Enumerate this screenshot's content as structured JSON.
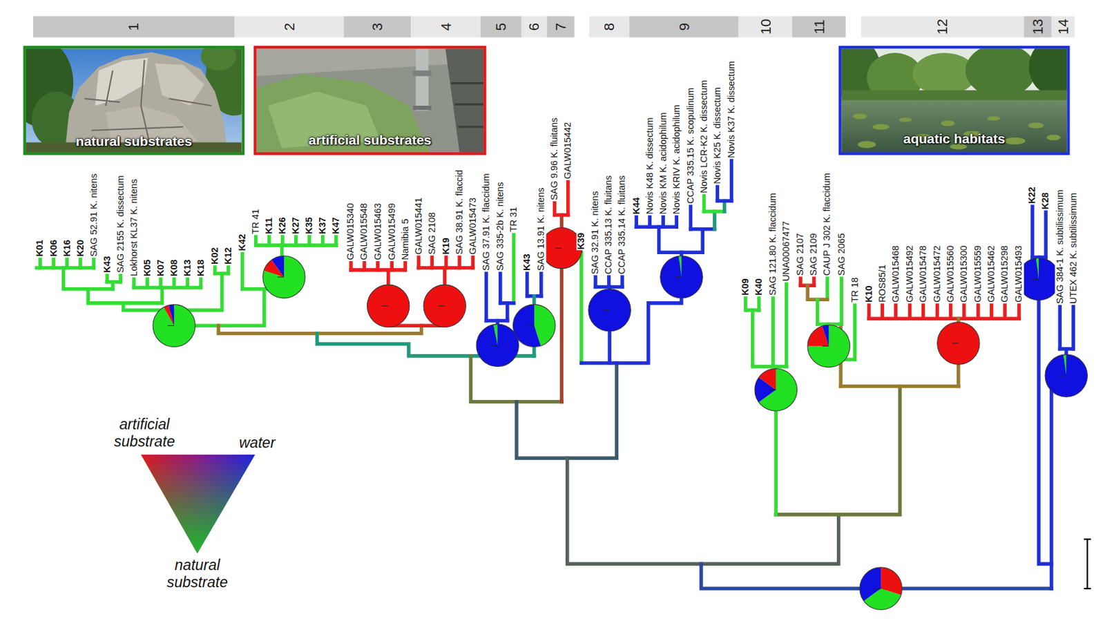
{
  "diagram": {
    "nodes": [
      {
        "text": [
          "1"
        ]
      },
      {
        "text": [
          "2"
        ]
      },
      {
        "text": [
          "3"
        ]
      },
      {
        "text": [
          "4"
        ]
      },
      {
        "text": [
          "5"
        ]
      },
      {
        "text": [
          "6"
        ]
      },
      {
        "text": [
          "7"
        ]
      },
      {
        "text": [
          "8"
        ]
      },
      {
        "text": [
          "9"
        ]
      },
      {
        "text": [
          "10"
        ]
      },
      {
        "text": [
          "11"
        ]
      },
      {
        "text": [
          "12"
        ]
      },
      {
        "text": [
          "13"
        ]
      },
      {
        "text": [
          "14"
        ]
      },
      {
        "text": [
          "natural substrates"
        ]
      },
      {
        "text": [
          "artificial substrates"
        ]
      },
      {
        "text": [
          "aquatic habitats"
        ]
      }
    ],
    "labels": [
      "K01",
      "K06",
      "K16",
      "K20",
      "SAG 52.91 K. nitens",
      "K43",
      "SAG 2155 K. dissectum",
      "Lokhorst KL37 K. nitens",
      "K05",
      "K07",
      "K08",
      "K13",
      "K18",
      "K02",
      "K12",
      "K42",
      "TR 41",
      "K11",
      "K26",
      "K27",
      "K35",
      "K37",
      "K47",
      "GALW015340",
      "GALW015548",
      "GALW015463",
      "GALW015499",
      "Namibia 5",
      "GALW015441",
      "SAG 2108",
      "K19",
      "SAG 38.91 K. flaccid",
      "GALW015473",
      "SAG 37.91 K. flaccidum",
      "SAG 335-2b K. nitens",
      "TR 31",
      "K43",
      "SAG 13.91 K. nitens",
      "SAG 9.96 K. fluitans",
      "GALW015442",
      "K39",
      "SAG 32.91 K. nitens",
      "CCAP 335.13 K. fluitans",
      "CCAP 335.14 K. fluitans",
      "K44",
      "Novis K48 K. dissectum",
      "Novis KM K. acidophilum",
      "Novis KRIV K. acidophilum",
      "CCAP 335.15 K. scopulinum",
      "Novis LCR-K2 K. dissectum",
      "Novis K25 K. dissectum",
      "Novis K37 K. dissectum",
      "K09",
      "K40",
      "SAG 121.80 K. flaccidum",
      "UNA00067477",
      "SAG 2107",
      "SAG 2109",
      "CAUP J 302 K. flaccidum",
      "SAG 2065",
      "TR 18",
      "K10",
      "ROS85/1",
      "GALW015468",
      "GALW015492",
      "GALW015478",
      "GALW015472",
      "GALW015560",
      "GALW015300",
      "GALW015559",
      "GALW015462",
      "GALW015298",
      "GALW015493",
      "K22",
      "K28",
      "SAG 384-1 K. subtilissimum",
      "UTEX 462 K. subtilissimum",
      "artificial substrate",
      "water",
      "natural substrate"
    ]
  }
}
